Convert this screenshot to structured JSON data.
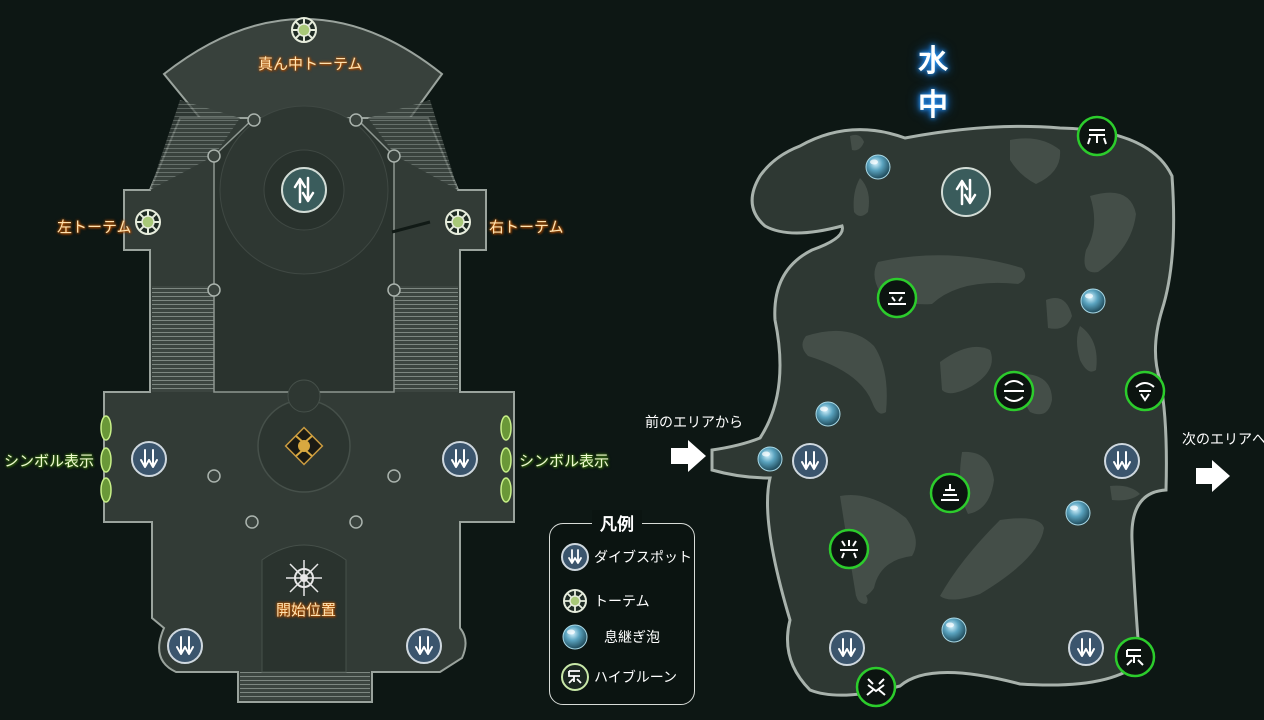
{
  "title": "水 中",
  "left_map": {
    "totem_center": "真ん中トーテム",
    "totem_left": "左トーテム",
    "totem_right": "右トーテム",
    "symbol_left": "シンボル表示",
    "symbol_right": "シンボル表示",
    "start": "開始位置"
  },
  "right_map": {
    "entry_label": "前のエリアから",
    "exit_label": "次のエリアへ"
  },
  "legend": {
    "title": "凡例",
    "items": [
      {
        "icon": "dive-spot-icon",
        "label": "ダイブスポット"
      },
      {
        "icon": "totem-icon",
        "label": "トーテム"
      },
      {
        "icon": "bubble-icon",
        "label": "息継ぎ泡"
      },
      {
        "icon": "hive-rune-icon",
        "label": "ハイブルーン"
      }
    ]
  },
  "colors": {
    "background": "#0d1714",
    "floor": "#2c3530",
    "wall": "#9aa39d",
    "rune_ring": "#2ccc2c",
    "label_orange_glow": "#c25a00",
    "label_green_glow": "#3e7a10",
    "title_glow": "#2aa0ff"
  }
}
